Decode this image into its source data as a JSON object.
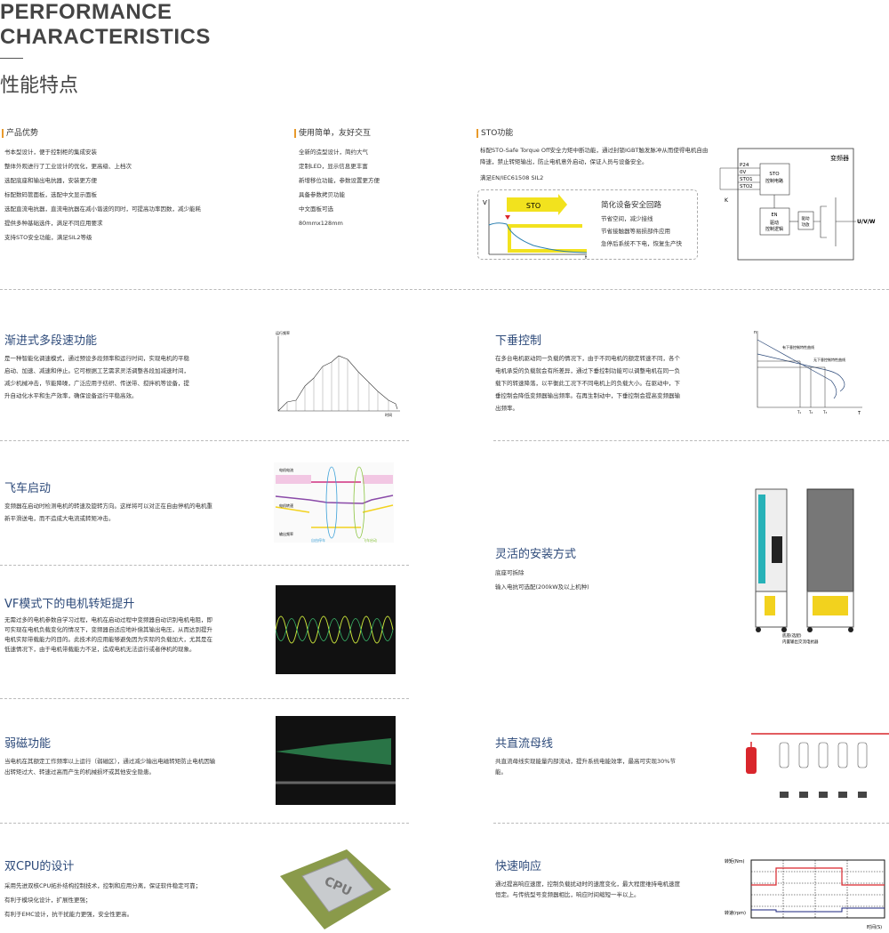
{
  "header": {
    "title_en_line1": "PERFORMANCE",
    "title_en_line2": "CHARACTERISTICS",
    "title_cn": "性能特点"
  },
  "overview": {
    "advantages": {
      "heading": "产品优势",
      "items": [
        "书本型设计，便于控制柜的集成安装",
        "整体外观进行了工业设计的优化，更高级、上档次",
        "选配底座和输出电抗器，安装更方便",
        "标配数码管面板，选配中文显示面板",
        "选配直流电抗器，直流电抗器在减小谐波的同时，可提高功率因数，减少能耗",
        "提供多种基础选件，满足不同应用要求",
        "支持STO安全功能，满足SIL2等级"
      ]
    },
    "usability": {
      "heading": "使用简单，友好交互",
      "items": [
        "全新的造型设计，简约大气",
        "定制LED，显示信息更丰富",
        "新增移位功能，参数设置更方便",
        "具备参数拷贝功能",
        "中文面板可选",
        "80mmx128mm"
      ]
    },
    "sto": {
      "heading": "STO功能",
      "text": "标配STO-Safe Torque Off安全力矩中断功能，通过封锁IGBT触发脉冲从而使得电机自由降速，禁止转矩输出，防止电机意外启动，保证人员与设备安全。",
      "standard": "满足EN/IEC61508 SIL2",
      "box_title": "简化设备安全回路",
      "box_items": [
        "节省空间，减少接线",
        "节省接触器等易损部件应用",
        "急停后系统不下电，恢复生产快"
      ],
      "graph_labels": {
        "v": "V",
        "t": "t",
        "sto": "STO"
      },
      "diagram": {
        "inverter": "变频器",
        "terminals": [
          "P24",
          "0V",
          "STO1",
          "STO2"
        ],
        "sto_block_1": "STO",
        "sto_block_2": "控制电路",
        "en": "EN",
        "drive_logic_1": "驱动",
        "drive_logic_2": "控制逻辑",
        "drive_amp_1": "驱动",
        "drive_amp_2": "功放",
        "output": "U/V/W",
        "switch": "K"
      }
    }
  },
  "sections": {
    "multispeed": {
      "title": "渐进式多段速功能",
      "text": "是一种智能化调速模式，通过预设多段频率和运行时间，实现电机的平稳启动、加速、减速和停止。它可根据工艺需求灵活调整各段加减速时间，减少机械冲击，节能降噪，广泛应用于纺织、传送带、搅拌机等设备，提升自动化水平和生产效率，确保设备运行平稳高效。",
      "chart_ylabel": "运行频率",
      "chart_xlabel": "时间"
    },
    "droop": {
      "title": "下垂控制",
      "text": "在多台电机驱动同一负载的情况下，由于不同电机的额定转速不同，各个电机承受的负载就会有所差异，通过下垂控制功能可以调整电机在同一负载下的转速降落，以平衡此工况下不同电机上的负载大小。在驱动中，下垂控制会降低变频器输出频率。在再生制动中，下垂控制会提高变频器输出频率。",
      "curve_with": "有下垂控制特性曲线",
      "curve_without": "无下垂控制特性曲线",
      "axis_n": "n",
      "axis_t": "T",
      "ticks": [
        "T₁",
        "T₂",
        "T₃"
      ]
    },
    "flying": {
      "title": "飞车启动",
      "text": "变频器在启动时检测电机的转速及旋转方向。这样将可以对正在自由停机的电机重新平滑送电，而不造成大电流或转矩冲击。",
      "labels": {
        "current": "电机电流",
        "speed": "电机转速",
        "freq": "输出频率",
        "coast": "自由停车",
        "start": "飞车启动"
      }
    },
    "mounting": {
      "title": "灵活的安装方式",
      "items": [
        "底座可拆除",
        "输入电抗可选配(200kW及以上机种)"
      ],
      "callout_1": "底座(选配)",
      "callout_2": "内置输出交流电抗器"
    },
    "vf": {
      "title": "VF模式下的电机转矩提升",
      "text": "无需过多的电机参数自学习过程，电机在启动过程中变频器自动识别电机电阻，即可实现在电机负载变化的情况下，变频器自适应地补偿其输出电压，从而达到提升电机实际带载能力的目的。此技术的应用能够避免因为实际的负载加大，尤其是在低速情况下，由于电机带载能力不足，造成电机无法运行或者停机的现象。"
    },
    "fieldweak": {
      "title": "弱磁功能",
      "text": "当电机在其额定工作频率以上运行（弱磁区），通过减少输出电磁转矩防止电机因输出转矩过大、转速过高而产生的机械损坏或其他安全隐患。"
    },
    "dcbus": {
      "title": "共直流母线",
      "text": "共直流母线实现能量内部流动，提升系统电能效率，最高可实现30%节能。"
    },
    "cpu": {
      "title": "双CPU的设计",
      "items": [
        "采用先进双核CPU拓扑结构控制技术，控制和应用分离，保证软件稳定可靠；",
        "有利于模块化设计，扩展性更强；",
        "有利于EMC设计，抗干扰能力更强，安全性更高。"
      ],
      "chip_label": "CPU"
    },
    "response": {
      "title": "快速响应",
      "text": "通过提高响应速度，控制负载扰动时的速度变化，最大程度维持电机速度恒定。与传统型号变频器相比，响应时间缩短一半以上。",
      "y1": "转矩(Nm)",
      "y2": "转速(rpm)",
      "x": "时间(S)"
    }
  },
  "colors": {
    "accent": "#e89a2c",
    "title_blue": "#2d4a7a",
    "sto_yellow": "#f2e21e",
    "bus_red": "#d9262c"
  }
}
